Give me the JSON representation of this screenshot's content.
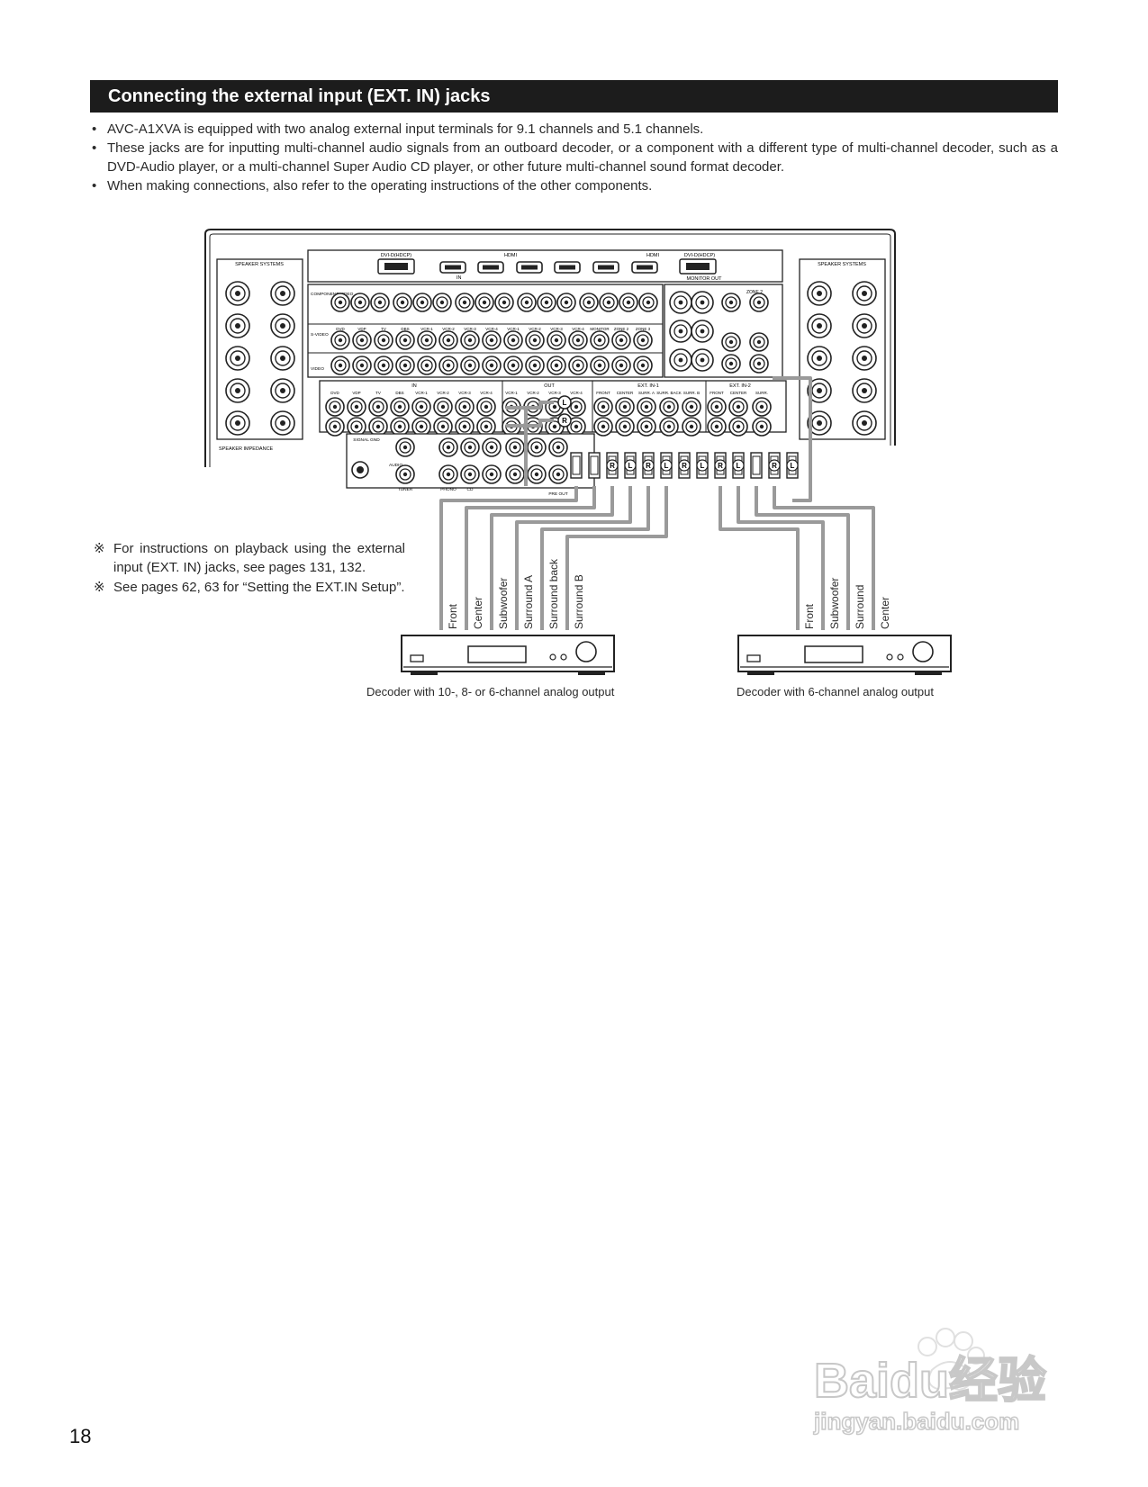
{
  "section": {
    "title": "Connecting the external input (EXT. IN) jacks"
  },
  "bullets": [
    "AVC-A1XVA is equipped with two analog external input terminals for 9.1 channels and 5.1 channels.",
    "These jacks are for inputting multi-channel audio signals from an outboard decoder, or a component with a different type of multi-channel decoder, such as a DVD-Audio player, or a multi-channel Super Audio CD player, or other future multi-channel sound format decoder.",
    "When making connections, also refer to the operating instructions of the other components."
  ],
  "notes": [
    {
      "mark": "※",
      "text": "For instructions on playback using the external input (EXT. IN) jacks, see pages 131, 132."
    },
    {
      "mark": "※",
      "text": "See pages 62, 63 for “Setting the EXT.IN Setup”."
    }
  ],
  "panel": {
    "speaker_systems": "SPEAKER SYSTEMS",
    "speaker_impedance": "SPEAKER IMPEDANCE",
    "hdmi_in": "HDMI",
    "dvi_in": "DVI-D(HDCP)",
    "hdmi_out": "HDMI",
    "dvi_out": "DVI-D(HDCP)",
    "in": "IN",
    "monitor_out": "MONITOR OUT",
    "component_video": "COMPONENT VIDEO",
    "s_video": "S-VIDEO",
    "video": "VIDEO",
    "zone2": "ZONE 2",
    "video_sources": [
      "DVD",
      "VDP",
      "TV",
      "DBS",
      "VCR-1",
      "VCR-2",
      "VCR-3",
      "VCR-4",
      "VCR-1",
      "VCR-2",
      "VCR-3",
      "VCR-4",
      "MONITOR",
      "ZONE 2",
      "ZONE 3"
    ],
    "audio_sources": [
      "DVD",
      "VDP",
      "TV",
      "DBS",
      "VCR-1",
      "VCR-2",
      "VCR-3",
      "VCR-4",
      "VCR-1",
      "VCR-2",
      "VCR-3",
      "VCR-4"
    ],
    "audio_in": "IN",
    "audio_out": "OUT",
    "ext_in_1": "EXT. IN-1",
    "ext_in_2": "EXT. IN-2",
    "ext_in_1_jacks": [
      "FRONT",
      "CENTER",
      "SURR. A",
      "SURR. BACK",
      "SURR. B"
    ],
    "ext_in_2_jacks": [
      "FRONT",
      "CENTER",
      "SURR."
    ],
    "signal_gnd": "SIGNAL GND",
    "audio": "AUDIO",
    "tuner": "TUNER",
    "phono": "PHONO",
    "cd": "CD",
    "pre_out": "PRE OUT",
    "plug_l": "L",
    "plug_r": "R"
  },
  "decoder_1": {
    "caption": "Decoder with 10-, 8- or 6-channel analog output",
    "cables": [
      "Front",
      "Center",
      "Subwoofer",
      "Surround A",
      "Surround back",
      "Surround B"
    ]
  },
  "decoder_2": {
    "caption": "Decoder with 6-channel analog output",
    "cables": [
      "Front",
      "Subwoofer",
      "Surround",
      "Center"
    ]
  },
  "watermark": {
    "brand": "Baidu经验",
    "url": "jingyan.baidu.com"
  },
  "page": {
    "number": "18"
  },
  "colors": {
    "bar": "#1c1c1c",
    "cable": "#9a9a9a",
    "line": "#222222"
  }
}
